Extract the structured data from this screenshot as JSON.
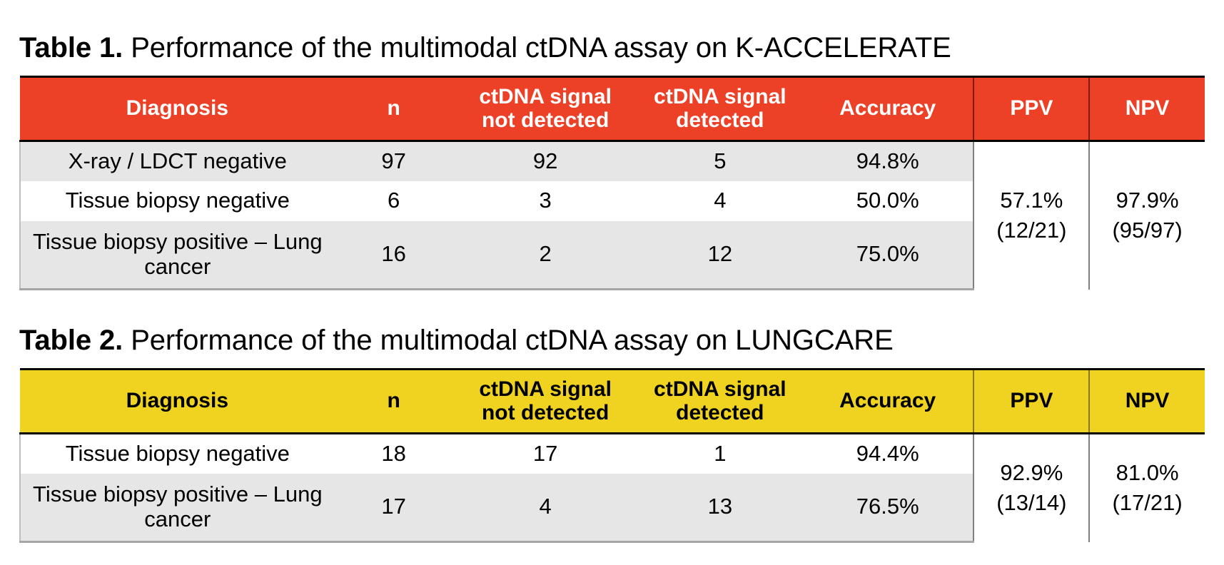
{
  "colors": {
    "table1_header_bg": "#EC4027",
    "table1_header_text": "#FFFFFF",
    "table2_header_bg": "#F0D321",
    "table2_header_text": "#000000",
    "row_shade": "#E6E6E6",
    "row_plain": "#FFFFFF"
  },
  "tables": [
    {
      "caption_label": "Table 1.",
      "caption_text": " Performance of the multimodal ctDNA assay on K-ACCELERATE",
      "study": "K-ACCELERATE",
      "columns": [
        {
          "key": "diagnosis",
          "label": "Diagnosis",
          "line1": "Diagnosis",
          "line2": ""
        },
        {
          "key": "n",
          "label": "n",
          "line1": "n",
          "line2": ""
        },
        {
          "key": "not_detected",
          "label": "ctDNA signal not detected",
          "line1": "ctDNA signal",
          "line2": "not detected"
        },
        {
          "key": "detected",
          "label": "ctDNA signal detected",
          "line1": "ctDNA signal",
          "line2": "detected"
        },
        {
          "key": "accuracy",
          "label": "Accuracy",
          "line1": "Accuracy",
          "line2": ""
        },
        {
          "key": "ppv",
          "label": "PPV",
          "line1": "PPV",
          "line2": ""
        },
        {
          "key": "npv",
          "label": "NPV",
          "line1": "NPV",
          "line2": ""
        }
      ],
      "rows": [
        {
          "diagnosis_line1": "X-ray / LDCT negative",
          "diagnosis_line2": "",
          "n": "97",
          "not_detected": "92",
          "detected": "5",
          "accuracy": "94.8%"
        },
        {
          "diagnosis_line1": "Tissue biopsy negative",
          "diagnosis_line2": "",
          "n": "6",
          "not_detected": "3",
          "detected": "4",
          "accuracy": "50.0%"
        },
        {
          "diagnosis_line1": "Tissue biopsy positive –",
          "diagnosis_line2": "Lung cancer",
          "n": "16",
          "not_detected": "2",
          "detected": "12",
          "accuracy": "75.0%"
        }
      ],
      "ppv": {
        "value": "57.1%",
        "fraction": "(12/21)"
      },
      "npv": {
        "value": "97.9%",
        "fraction": "(95/97)"
      }
    },
    {
      "caption_label": "Table 2.",
      "caption_text": " Performance of the multimodal ctDNA assay on LUNGCARE",
      "study": "LUNGCARE",
      "columns": [
        {
          "key": "diagnosis",
          "label": "Diagnosis",
          "line1": "Diagnosis",
          "line2": ""
        },
        {
          "key": "n",
          "label": "n",
          "line1": "n",
          "line2": ""
        },
        {
          "key": "not_detected",
          "label": "ctDNA signal not detected",
          "line1": "ctDNA signal",
          "line2": "not detected"
        },
        {
          "key": "detected",
          "label": "ctDNA signal detected",
          "line1": "ctDNA signal",
          "line2": "detected"
        },
        {
          "key": "accuracy",
          "label": "Accuracy",
          "line1": "Accuracy",
          "line2": ""
        },
        {
          "key": "ppv",
          "label": "PPV",
          "line1": "PPV",
          "line2": ""
        },
        {
          "key": "npv",
          "label": "NPV",
          "line1": "NPV",
          "line2": ""
        }
      ],
      "rows": [
        {
          "diagnosis_line1": "Tissue biopsy negative",
          "diagnosis_line2": "",
          "n": "18",
          "not_detected": "17",
          "detected": "1",
          "accuracy": "94.4%"
        },
        {
          "diagnosis_line1": "Tissue biopsy positive –",
          "diagnosis_line2": "Lung cancer",
          "n": "17",
          "not_detected": "4",
          "detected": "13",
          "accuracy": "76.5%"
        }
      ],
      "ppv": {
        "value": "92.9%",
        "fraction": "(13/14)"
      },
      "npv": {
        "value": "81.0%",
        "fraction": "(17/21)"
      }
    }
  ]
}
